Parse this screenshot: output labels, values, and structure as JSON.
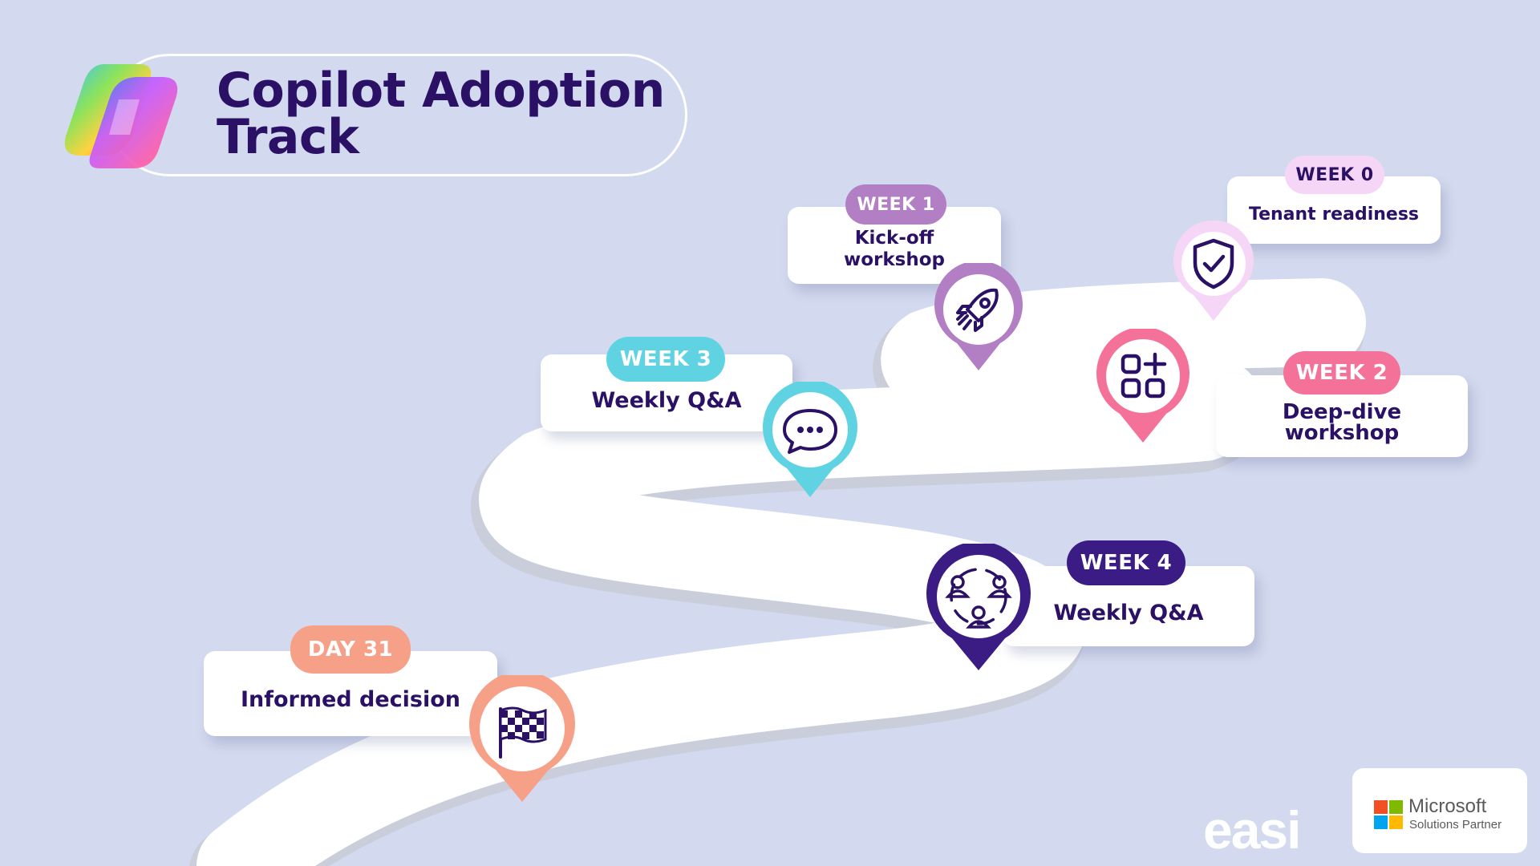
{
  "header": {
    "title_line1": "Copilot Adoption",
    "title_line2": "Track"
  },
  "milestones": [
    {
      "badge": "WEEK 0",
      "text_line1": "Tenant readiness",
      "text_line2": "",
      "icon": "shield-check-icon",
      "color": "#f6d6f7",
      "badge_text_color": "#2a1166"
    },
    {
      "badge": "WEEK 1",
      "text_line1": "Kick-off",
      "text_line2": "workshop",
      "icon": "rocket-icon",
      "color": "#b37fc4",
      "badge_text_color": "#ffffff"
    },
    {
      "badge": "WEEK 2",
      "text_line1": "Deep-dive",
      "text_line2": "workshop",
      "icon": "apps-grid-icon",
      "color": "#f4729a",
      "badge_text_color": "#ffffff"
    },
    {
      "badge": "WEEK 3",
      "text_line1": "Weekly Q&A",
      "text_line2": "",
      "icon": "chat-bubble-icon",
      "color": "#5fd3e1",
      "badge_text_color": "#ffffff"
    },
    {
      "badge": "WEEK 4",
      "text_line1": "Weekly Q&A",
      "text_line2": "",
      "icon": "people-circle-icon",
      "color": "#3b1c85",
      "badge_text_color": "#ffffff"
    },
    {
      "badge": "DAY 31",
      "text_line1": "Informed decision",
      "text_line2": "",
      "icon": "checkered-flag-icon",
      "color": "#f7a088",
      "badge_text_color": "#ffffff"
    }
  ],
  "footer": {
    "brand": "easi",
    "partner_name": "Microsoft",
    "partner_sub": "Solutions Partner"
  },
  "colors": {
    "background": "#d3d9ee",
    "title": "#2a1166",
    "road": "#ffffff",
    "road_shadow": "#c9ccd8"
  }
}
